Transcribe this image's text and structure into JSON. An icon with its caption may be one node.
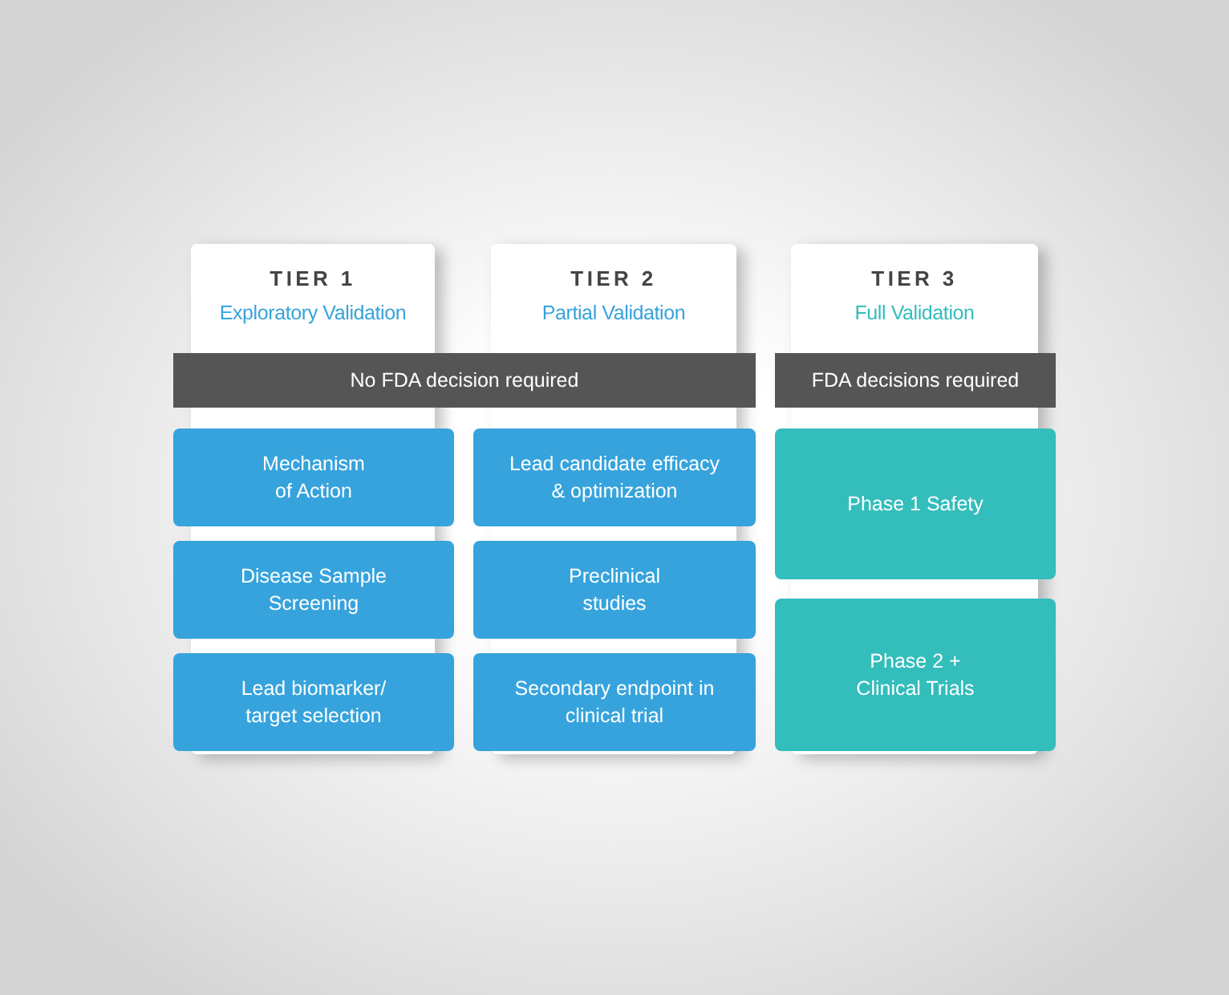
{
  "diagram": {
    "nodes": [
      {
        "text": [
          "TIER 1",
          "Exploratory Validation"
        ]
      },
      {
        "text": [
          "TIER 2",
          "Partial Validation"
        ]
      },
      {
        "text": [
          "TIER 3",
          "Full Validation"
        ]
      },
      {
        "text": [
          "No FDA decision required"
        ]
      },
      {
        "text": [
          "FDA decisions required"
        ]
      },
      {
        "text": [
          "Mechanism of Action"
        ]
      },
      {
        "text": [
          "Lead candidate efficacy & optimization"
        ]
      },
      {
        "text": [
          "Phase 1 Safety"
        ]
      },
      {
        "text": [
          "Disease Sample Screening"
        ]
      },
      {
        "text": [
          "Preclinical studies"
        ]
      },
      {
        "text": [
          "Phase 2 + Clinical Trials"
        ]
      },
      {
        "text": [
          "Lead biomarker/ target selection"
        ]
      },
      {
        "text": [
          "Secondary endpoint in clinical trial"
        ]
      }
    ]
  }
}
